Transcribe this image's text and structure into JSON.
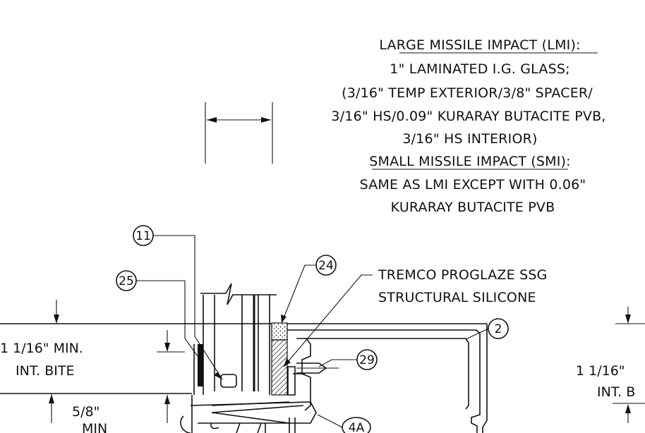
{
  "notes": {
    "lmi_heading": "LARGE MISSILE IMPACT (LMI):",
    "lmi_line1": "1\" LAMINATED I.G. GLASS;",
    "lmi_line2": "(3/16\" TEMP EXTERIOR/3/8\" SPACER/",
    "lmi_line3": "3/16\" HS/0.09\" KURARAY BUTACITE PVB,",
    "lmi_line4": "3/16\" HS INTERIOR)",
    "smi_heading": "SMALL MISSILE IMPACT (SMI):",
    "smi_line1": "SAME AS LMI EXCEPT WITH 0.06\"",
    "smi_line2": "KURARAY BUTACITE PVB"
  },
  "silicone_note": {
    "line1": "TREMCO PROGLAZE SSG",
    "line2": "STRUCTURAL SILICONE"
  },
  "tags": {
    "t11": "11",
    "t25": "25",
    "t24": "24",
    "t2": "2",
    "t29": "29",
    "t4a": "4A"
  },
  "dims_left": {
    "bite_line1": "1  1/16\"  MIN.",
    "bite_line2": "INT.  BITE",
    "min_line1": "5/8\"",
    "min_line2": "MIN"
  },
  "dims_right": {
    "bite_line1": "1  1/16\"",
    "bite_line2": "INT.  B"
  }
}
